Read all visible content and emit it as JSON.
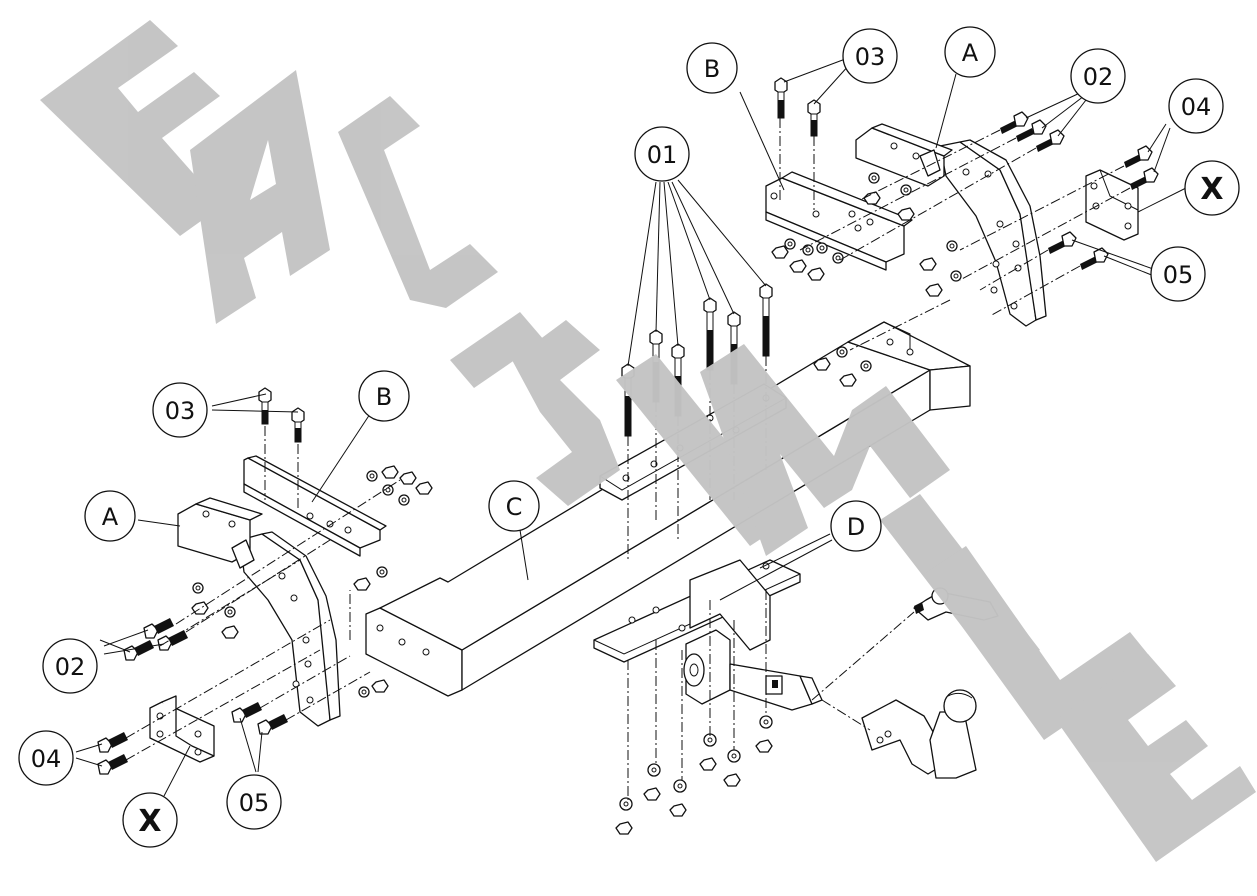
{
  "watermark": {
    "text": "FAC-SIMILE",
    "color": "#c4c4c4"
  },
  "callouts": [
    {
      "id": "01",
      "label": "01"
    },
    {
      "id": "02-right",
      "label": "02"
    },
    {
      "id": "02-left",
      "label": "02"
    },
    {
      "id": "03-right",
      "label": "03"
    },
    {
      "id": "03-left",
      "label": "03"
    },
    {
      "id": "04-right",
      "label": "04"
    },
    {
      "id": "04-left",
      "label": "04"
    },
    {
      "id": "05-right",
      "label": "05"
    },
    {
      "id": "05-left",
      "label": "05"
    },
    {
      "id": "A-right",
      "label": "A"
    },
    {
      "id": "A-left",
      "label": "A"
    },
    {
      "id": "B-right",
      "label": "B"
    },
    {
      "id": "B-left",
      "label": "B"
    },
    {
      "id": "C",
      "label": "C"
    },
    {
      "id": "D",
      "label": "D"
    },
    {
      "id": "X-right",
      "label": "X"
    },
    {
      "id": "X-left",
      "label": "X"
    }
  ]
}
